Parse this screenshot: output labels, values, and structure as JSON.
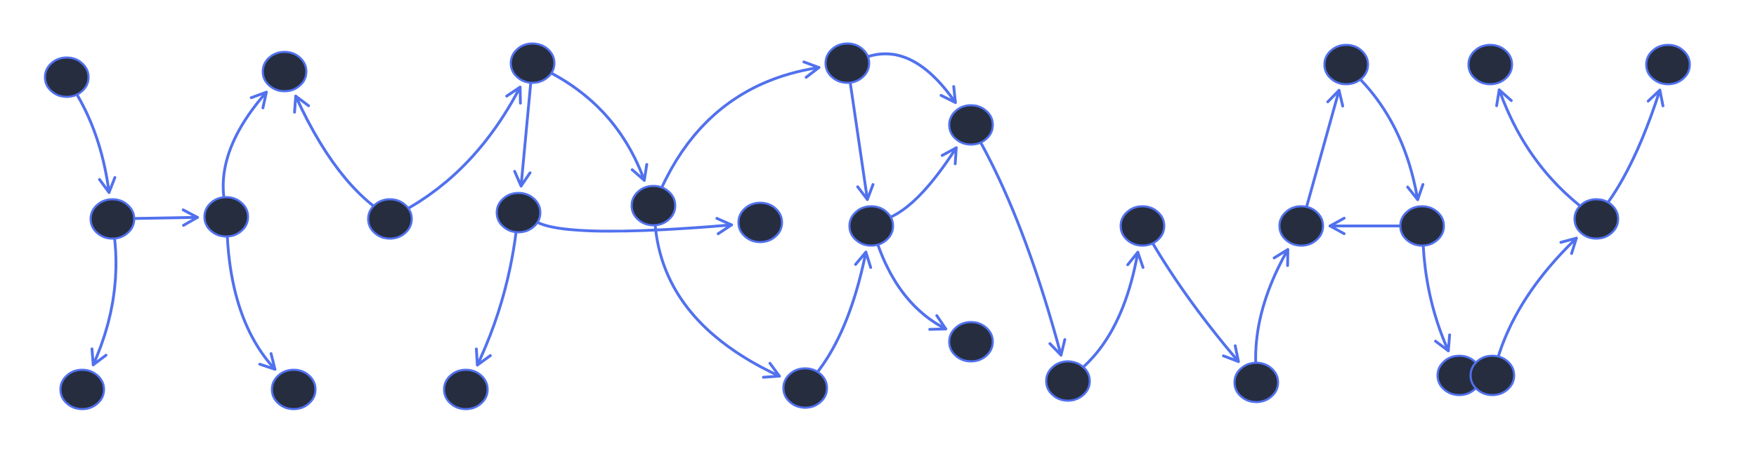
{
  "colors": {
    "node_fill": "#262d3f",
    "node_stroke": "#5171ee",
    "edge": "#5171ee",
    "background": "#ffffff"
  },
  "nodes": [
    {
      "id": "n1"
    },
    {
      "id": "n2"
    },
    {
      "id": "n3"
    },
    {
      "id": "n4"
    },
    {
      "id": "n5"
    },
    {
      "id": "n6"
    },
    {
      "id": "n7"
    },
    {
      "id": "n8"
    },
    {
      "id": "n9"
    },
    {
      "id": "n10"
    },
    {
      "id": "n11"
    },
    {
      "id": "n12"
    },
    {
      "id": "n13"
    },
    {
      "id": "n14"
    },
    {
      "id": "n15"
    },
    {
      "id": "n16"
    },
    {
      "id": "n17"
    },
    {
      "id": "n18"
    },
    {
      "id": "n19"
    },
    {
      "id": "n20"
    },
    {
      "id": "n21"
    },
    {
      "id": "n22"
    },
    {
      "id": "n23"
    },
    {
      "id": "n24"
    },
    {
      "id": "n25"
    },
    {
      "id": "n26"
    },
    {
      "id": "n27"
    },
    {
      "id": "n28"
    },
    {
      "id": "n29"
    },
    {
      "id": "n30"
    }
  ],
  "edges": [
    {
      "from": "n1",
      "to": "n2"
    },
    {
      "from": "n2",
      "to": "n4"
    },
    {
      "from": "n2",
      "to": "n3"
    },
    {
      "from": "n4",
      "to": "n5"
    },
    {
      "from": "n4",
      "to": "n6"
    },
    {
      "from": "n7",
      "to": "n8"
    },
    {
      "from": "n7",
      "to": "n5"
    },
    {
      "from": "n7",
      "to": "n9"
    },
    {
      "from": "n9",
      "to": "n10"
    },
    {
      "from": "n9",
      "to": "n12"
    },
    {
      "from": "n10",
      "to": "n13"
    },
    {
      "from": "n10",
      "to": "n11"
    },
    {
      "from": "n13",
      "to": "n14"
    },
    {
      "from": "n13",
      "to": "n15"
    },
    {
      "from": "n13",
      "to": "n16"
    },
    {
      "from": "n16",
      "to": "n17"
    },
    {
      "from": "n16",
      "to": "n19"
    },
    {
      "from": "n18",
      "to": "n19"
    },
    {
      "from": "n19",
      "to": "n21"
    },
    {
      "from": "n19",
      "to": "n20"
    },
    {
      "from": "n20",
      "to": "n22"
    },
    {
      "from": "n23",
      "to": "n24"
    },
    {
      "from": "n24",
      "to": "n25"
    },
    {
      "from": "n26",
      "to": "n27"
    },
    {
      "from": "n27",
      "to": "n28"
    },
    {
      "from": "n28",
      "to": "n29"
    },
    {
      "from": "n29",
      "to": "n30"
    },
    {
      "from": "n28",
      "to": "n31"
    },
    {
      "from": "n32",
      "to": "n33"
    },
    {
      "from": "n33",
      "to": "n34"
    },
    {
      "from": "n33",
      "to": "n35"
    }
  ]
}
